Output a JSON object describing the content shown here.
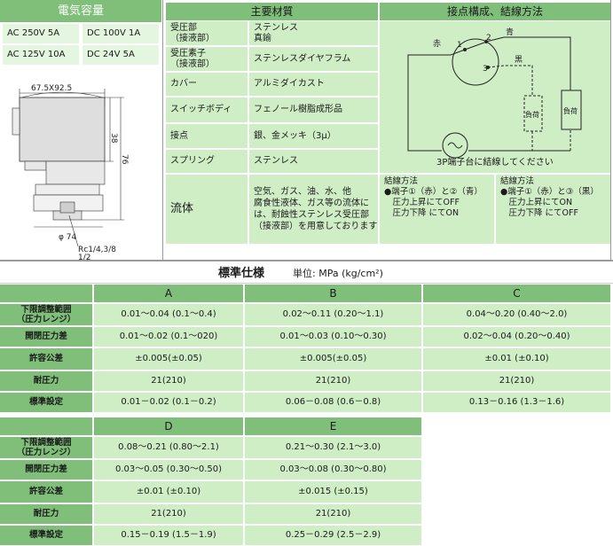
{
  "electric": {
    "title": "電気容量",
    "cells": [
      "AC 250V 5A",
      "DC 100V 1A",
      "AC 125V 10A",
      "DC 24V 5A"
    ]
  },
  "drawing": {
    "dim_top": "67.5X92.5",
    "dim_38": "38",
    "dim_76": "76",
    "dim_phi": "φ 74",
    "thread": "Rc1/4,3/8",
    "thread2": "1/2"
  },
  "materials": {
    "title": "主要材質",
    "rows": [
      {
        "label": "受圧部\n（接液部）",
        "value": "ステンレス\n真鍮"
      },
      {
        "label": "受圧素子\n（接液部）",
        "value": "ステンレスダイヤフラム"
      },
      {
        "label": "カバー",
        "value": "アルミダイカスト"
      },
      {
        "label": "スイッチボディ",
        "value": "フェノール樹脂成形品"
      },
      {
        "label": "接点",
        "value": "銀、金メッキ（3μ）"
      },
      {
        "label": "スプリング",
        "value": "ステンレス"
      }
    ],
    "fluid_label": "流体",
    "fluid_value": "空気、ガス、油、水、他\n腐食性液体、ガス等の流体に\nは、耐蝕性ステンレス受圧部\n（接液部）を用意しております"
  },
  "wiring": {
    "title": "接点構成、結線方法",
    "label_red": "赤",
    "label_blue": "青",
    "label_black": "黒",
    "n1": "1",
    "n2": "2",
    "n3": "3",
    "load": "負荷",
    "load2": "負荷",
    "note": "3P端子台に結線してください",
    "method1": "結線方法\n●端子①（赤）と②（青）\n　圧力上昇にてOFF\n　圧力下降 にてON",
    "method2": "結線方法\n●端子①（赤）と③（黒）\n　圧力上昇にてON\n　圧力下降 にてOFF"
  },
  "spec": {
    "title": "標準仕様",
    "unit": "単位: MPa (kg/cm²)",
    "row_labels": [
      "下限調整範囲\n（圧力レンジ）",
      "開閉圧力差",
      "許容公差",
      "耐圧力",
      "標準設定"
    ],
    "table1": {
      "headers": [
        "A",
        "B",
        "C"
      ],
      "rows": [
        [
          "0.01～0.04 (0.1～0.4)",
          "0.02～0.11 (0.20～1.1)",
          "0.04～0.20 (0.40～2.0)"
        ],
        [
          "0.01～0.02 (0.1～020)",
          "0.01～0.03 (0.10～0.30)",
          "0.02～0.04 (0.20～0.40)"
        ],
        [
          "±0.005(±0.05)",
          "±0.005(±0.05)",
          "±0.01 (±0.10)"
        ],
        [
          "21(210)",
          "21(210)",
          "21(210)"
        ],
        [
          "0.01－0.02 (0.1－0.2)",
          "0.06－0.08 (0.6－0.8)",
          "0.13－0.16 (1.3－1.6)"
        ]
      ]
    },
    "table2": {
      "headers": [
        "D",
        "E"
      ],
      "rows": [
        [
          "0.08～0.21 (0.80～2.1)",
          "0.21～0.30 (2.1～3.0)"
        ],
        [
          "0.03～0.05 (0.30～0.50)",
          "0.03～0.08 (0.30～0.80)"
        ],
        [
          "±0.01 (±0.10)",
          "±0.015 (±0.15)"
        ],
        [
          "21(210)",
          "21(210)"
        ],
        [
          "0.15－0.19 (1.5－1.9)",
          "0.25－0.29 (2.5－2.9)"
        ]
      ]
    }
  }
}
